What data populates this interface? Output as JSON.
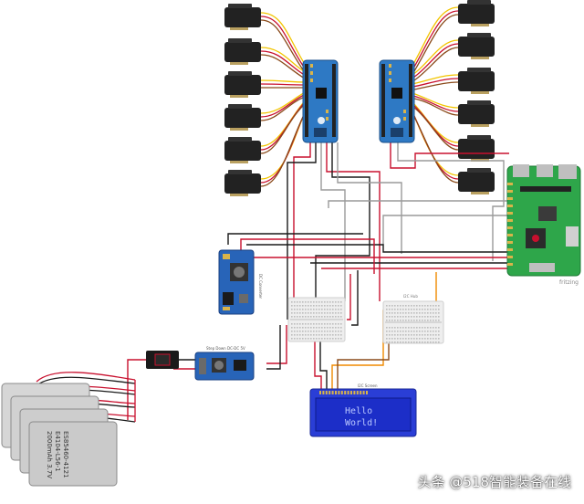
{
  "labels": {
    "i2c_screen": "I2C Screen",
    "lcd_line1": "Hello",
    "lcd_line2": "World!",
    "breadboard_1": "",
    "breadboard_2": "I2C Hub",
    "battery_line1": "ES85460-4121",
    "battery_line2": "E4104-L56-1",
    "battery_line3": "2000mAh 3.7V",
    "converter_1": "DC Converter",
    "converter_2": "Step Down DC-DC 5V",
    "fritzing": "fritzing",
    "watermark": "头条 @518智能装备在线"
  },
  "colors": {
    "pca_board": "#2e79c4",
    "converter_board": "#2864b8",
    "rpi_board": "#2ea64a",
    "lcd_screen": "#2a3ed6",
    "lcd_text": "#b9c7ff",
    "servo": "#222222",
    "wire_red": "#c8102e",
    "wire_black": "#1a1a1a",
    "wire_yellow": "#f2c500",
    "wire_orange": "#f08a00",
    "wire_grey": "#9a9a9a",
    "battery": "#cfcfcf"
  }
}
